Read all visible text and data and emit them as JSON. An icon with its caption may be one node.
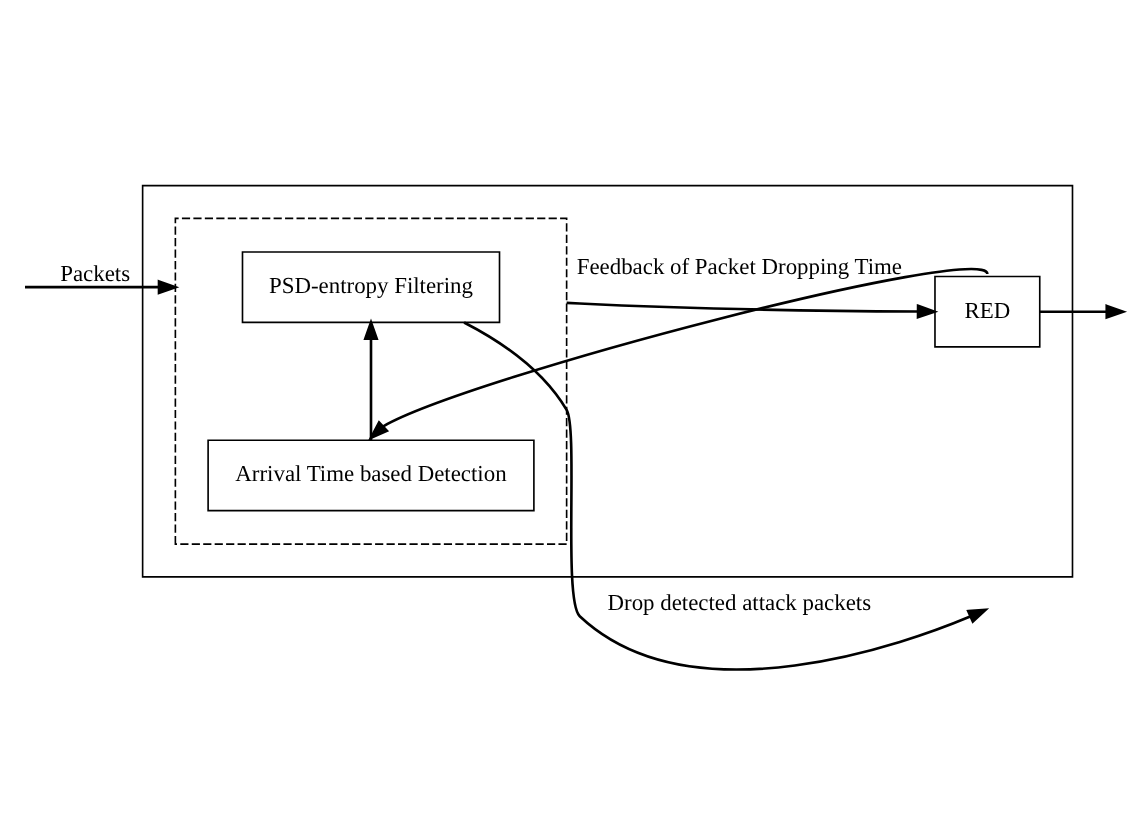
{
  "diagram": {
    "nodes": [
      {
        "text": [],
        "shape": "box"
      },
      {
        "text": [],
        "shape": "box",
        "in": 0
      },
      {
        "text": [
          "Arrival Time based Detection"
        ],
        "in": 1
      },
      {
        "text": [
          "PSD-entropy Filtering"
        ],
        "in": 1
      },
      {
        "text": [
          "RED"
        ],
        "in": 0
      }
    ],
    "edges": [
      {
        "from": null,
        "to": 1,
        "arrow": "to",
        "label": "Packets"
      },
      {
        "from": 2,
        "to": 3,
        "arrow": "to"
      },
      {
        "from": 1,
        "to": 4,
        "arrow": "to"
      },
      {
        "from": 4,
        "to": null,
        "arrow": "to"
      },
      {
        "from": 4,
        "to": 2,
        "arrow": "to",
        "label": "Feedback of Packet Dropping Time"
      },
      {
        "from": 3,
        "to": null,
        "arrow": "to",
        "label": "Drop detected attack packets"
      }
    ]
  }
}
